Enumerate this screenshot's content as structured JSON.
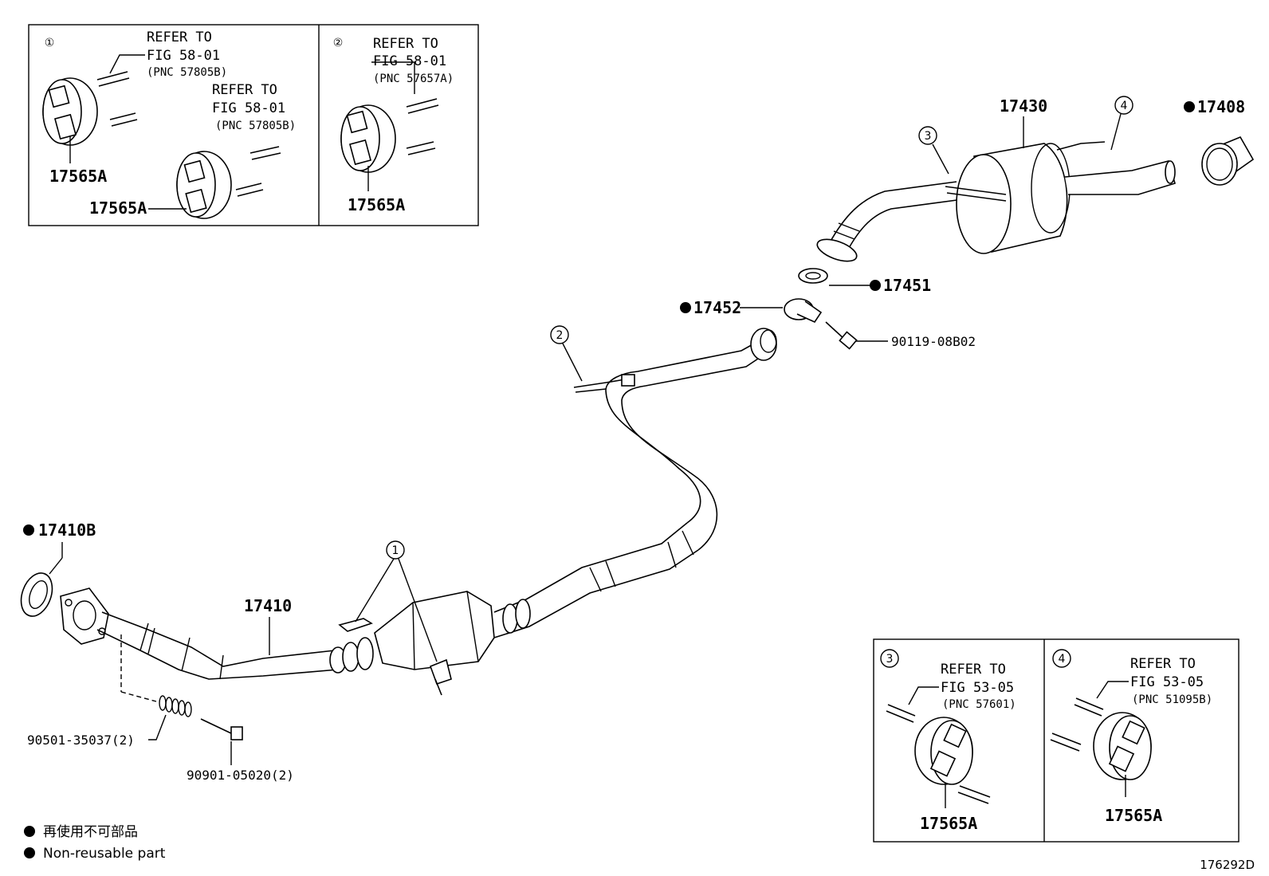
{
  "insets": {
    "inset1": {
      "badge": "①",
      "ref_a": [
        "REFER TO",
        "FIG 58-01",
        "(PNC 57805B)"
      ],
      "ref_b": [
        "REFER TO",
        "FIG 58-01",
        "(PNC 57805B)"
      ],
      "part_a": "17565A",
      "part_b": "17565A"
    },
    "inset2": {
      "badge": "②",
      "ref": [
        "REFER TO",
        "FIG 58-01",
        "(PNC 57657A)"
      ],
      "part": "17565A"
    },
    "inset3": {
      "badge": "③",
      "ref": [
        "REFER TO",
        "FIG 53-05",
        "(PNC 57601)"
      ],
      "part": "17565A"
    },
    "inset4": {
      "badge": "④",
      "ref": [
        "REFER TO",
        "FIG 53-05",
        "(PNC 51095B)"
      ],
      "part": "17565A"
    }
  },
  "parts": {
    "p17430": "17430",
    "p17408": "17408",
    "p17451": "17451",
    "p17452": "17452",
    "p90119": "90119-08B02",
    "p17410B": "17410B",
    "p17410": "17410",
    "p90501": "90501-35037(2)",
    "p90901": "90901-05020(2)"
  },
  "callouts": {
    "c1": "1",
    "c2": "2",
    "c3": "3",
    "c4": "4"
  },
  "legend": {
    "marker": "●",
    "jp": "再使用不可部品",
    "en": "Non-reusable part"
  },
  "figure_id": "176292D"
}
